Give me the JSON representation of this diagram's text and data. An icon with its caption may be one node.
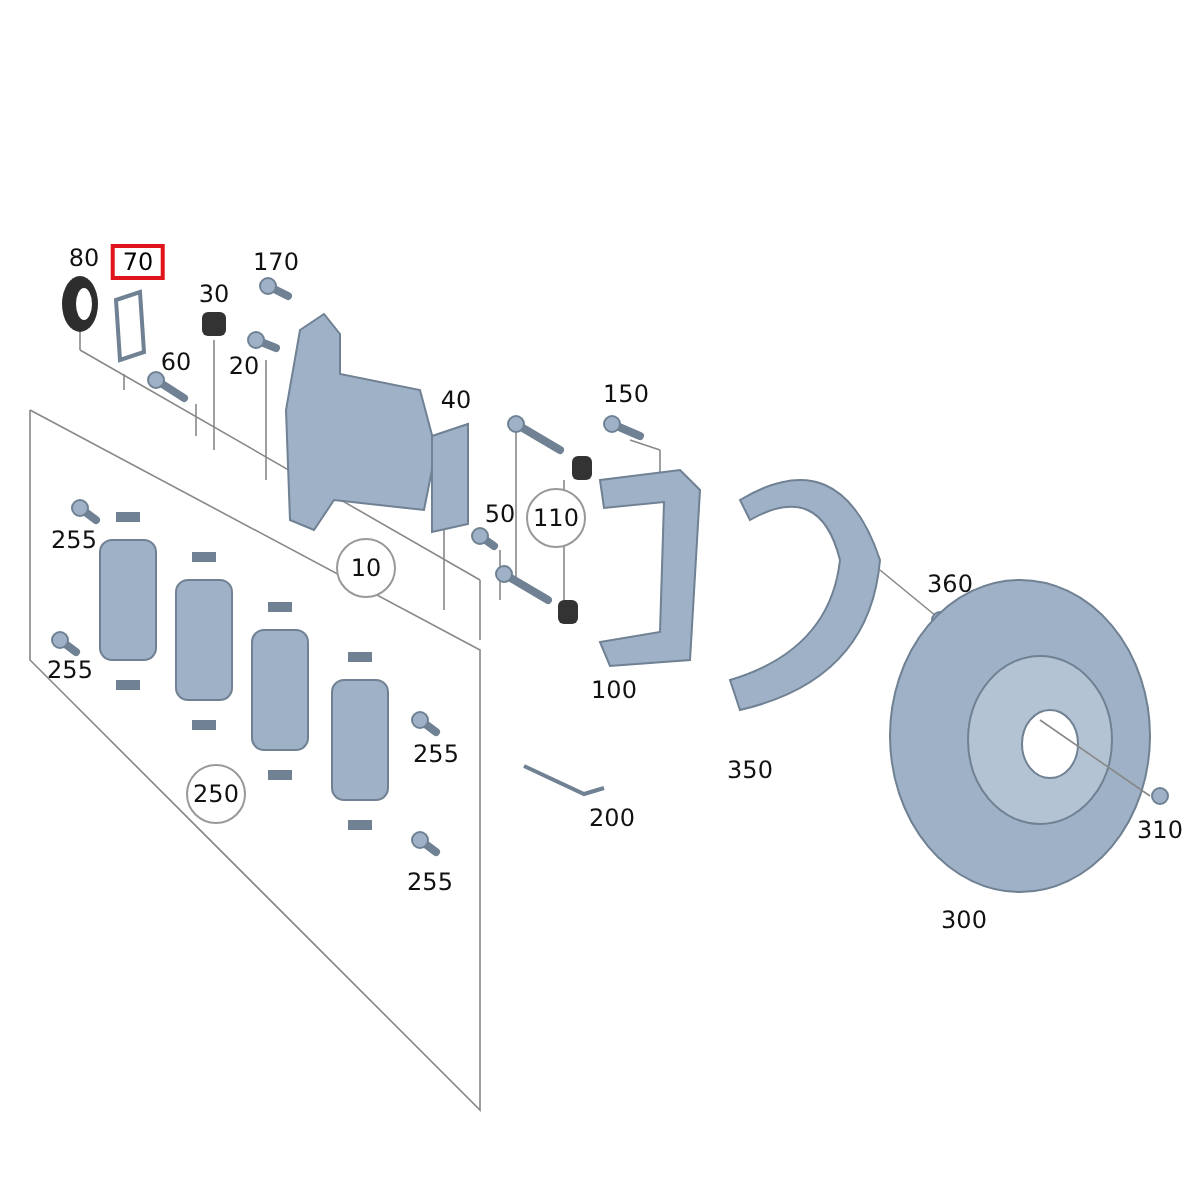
{
  "diagram": {
    "nodes": [
      {
        "text": [
          "70"
        ]
      }
    ],
    "edges": [],
    "labels": [
      "80",
      "170",
      "30",
      "60",
      "20",
      "40",
      "150",
      "50",
      "110",
      "255",
      "10",
      "360",
      "255",
      "100",
      "255",
      "350",
      "250",
      "200",
      "310",
      "255",
      "300"
    ]
  }
}
